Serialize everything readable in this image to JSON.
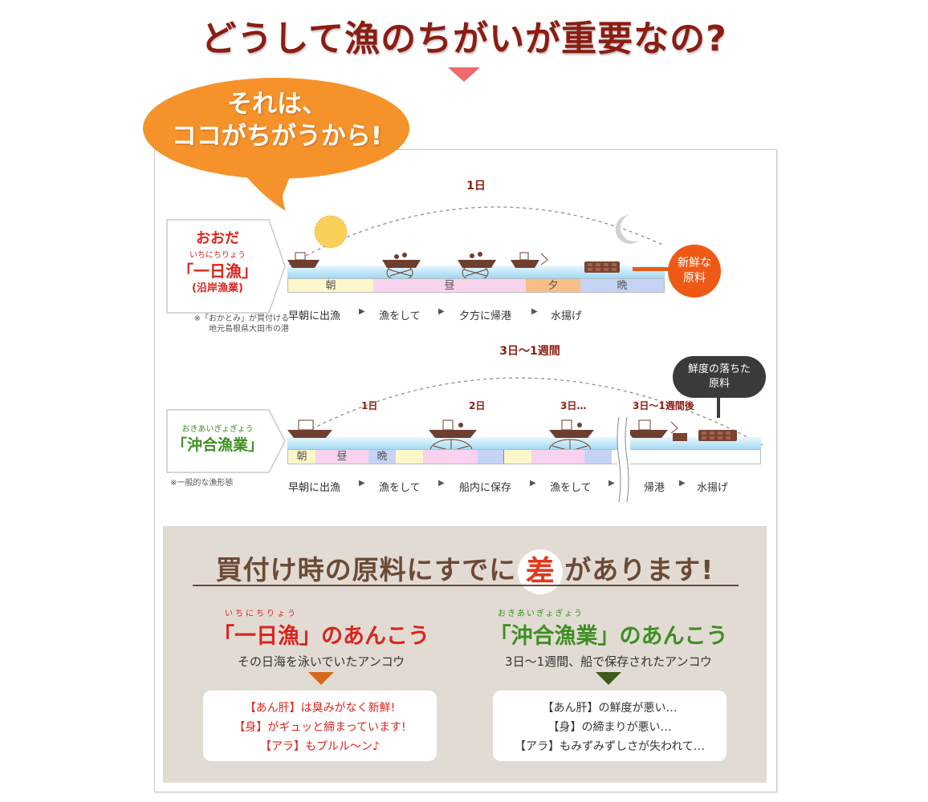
{
  "title": "どうして漁のちがいが重要なの?",
  "bubble": {
    "line1": "それは、",
    "line2": "ココがちがうから!"
  },
  "top": {
    "name_a": "おおだ",
    "ruby": "いちにちりょう",
    "name_b": "「一日漁」",
    "name_c": "(沿岸漁業)",
    "note1": "※「おかとみ」が買付ける",
    "note2": "地元島根県大田市の港",
    "span": "1日",
    "segments": [
      "朝",
      "昼",
      "夕",
      "晩"
    ],
    "steps": [
      "早朝に出漁",
      "漁をして",
      "夕方に帰港",
      "水揚げ"
    ],
    "result": {
      "line1": "新鮮な",
      "line2": "原料"
    }
  },
  "bottom_timeline": {
    "ruby": "おきあいぎょぎょう",
    "name": "「沖合漁業」",
    "note": "※一般的な漁形態",
    "span": "3日～1週間",
    "days": [
      "1日",
      "2日",
      "3日…",
      "3日～1週間後"
    ],
    "segments": [
      "朝",
      "昼",
      "晩"
    ],
    "steps": [
      "早朝に出漁",
      "漁をして",
      "船内に保存",
      "漁をして",
      "帰港",
      "水揚げ"
    ],
    "result": {
      "line1": "鮮度の落ちた",
      "line2": "原料"
    }
  },
  "comparison": {
    "title_pre": "買付け時の原料にすでに",
    "title_mark": "差",
    "title_post": "があります!",
    "left": {
      "ruby": "いちにちりょう",
      "title_a": "「一日漁」",
      "title_b": "のあんこう",
      "sub": "その日海を泳いでいたアンコウ",
      "lines": [
        "【あん肝】は臭みがなく新鮮!",
        "【身】がギュッと締まっています!",
        "【アラ】もプルル～ン♪"
      ]
    },
    "right": {
      "ruby": "おきあいぎょぎょう",
      "title_a": "「沖合漁業」",
      "title_b": "のあんこう",
      "sub": "3日～1週間、船で保存されたアンコウ",
      "lines": [
        "【あん肝】の鮮度が悪い…",
        "【身】の締まりが悪い…",
        "【アラ】もみずみずしさが失われて…"
      ]
    }
  },
  "colors": {
    "title": "#8b1d12",
    "red": "#d9261c",
    "green": "#3f8f23",
    "orange": "#f08a1e",
    "brown": "#6b4a35",
    "dark_bubble": "#3d383a"
  }
}
